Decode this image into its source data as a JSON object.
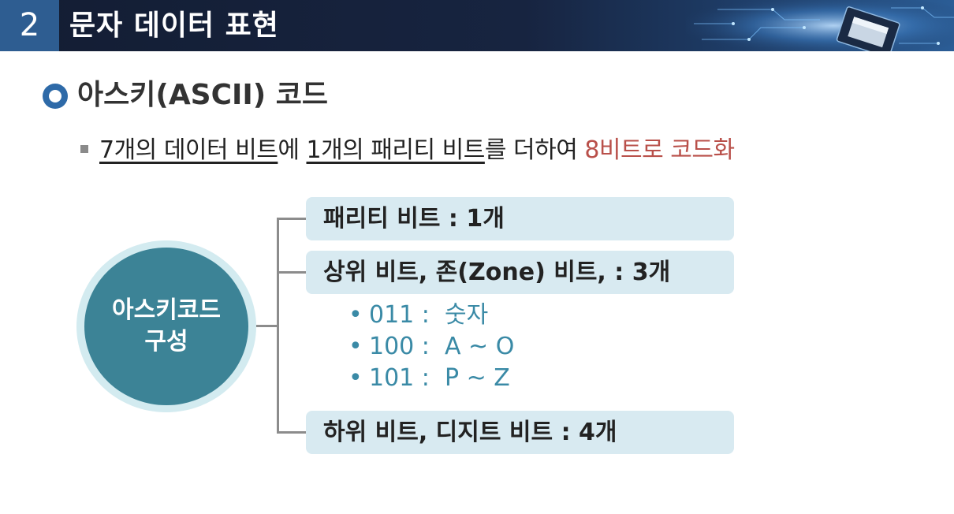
{
  "header": {
    "number": "2",
    "title": "문자 데이터 표현"
  },
  "section": {
    "title": "아스키(ASCII) 코드"
  },
  "description": {
    "part1": "7개의 데이터 비트",
    "part2": "에 ",
    "part3": "1개의 패리티 비트",
    "part4": "를  더하여 ",
    "part5": "8비트로 코드화"
  },
  "diagram": {
    "center_line1": "아스키코드",
    "center_line2": "구성",
    "boxes": [
      {
        "label": "패리티 비트 : 1개"
      },
      {
        "label": "상위 비트, 존(Zone) 비트, : 3개"
      },
      {
        "label": "하위 비트, 디지트 비트 : 4개"
      }
    ],
    "zone_items": [
      {
        "bullet": "•",
        "text": "011 :  숫자"
      },
      {
        "bullet": "•",
        "text": "100 :  A ~ O"
      },
      {
        "bullet": "•",
        "text": "101 :  P ~ Z"
      }
    ]
  },
  "colors": {
    "header_bg": "#131d33",
    "header_number_bg": "#2e5d91",
    "highlight_red": "#b9504a",
    "circle_fill": "#3c8396",
    "box_fill": "#d8eaf1",
    "sub_text": "#3a8aa6"
  }
}
